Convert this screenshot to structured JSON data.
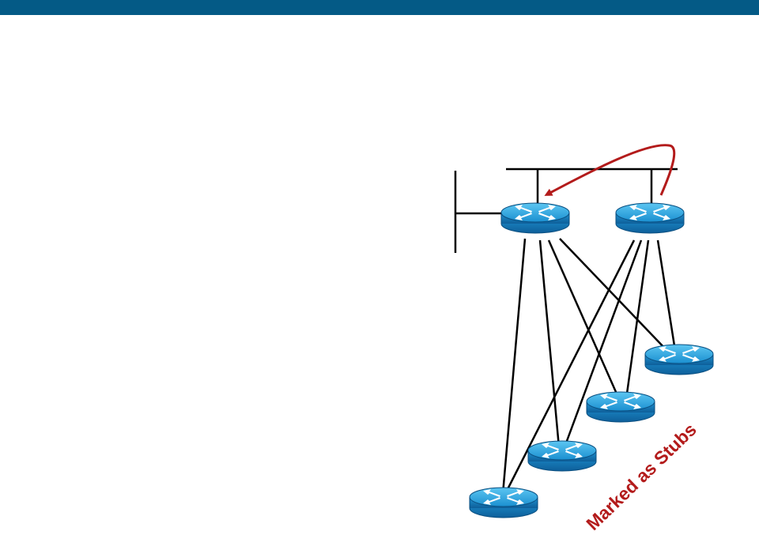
{
  "header": {
    "bar_color": "#045a86"
  },
  "diagram": {
    "annotation": {
      "label": "Marked as Stubs",
      "color": "#b31b1b"
    },
    "arrow_color": "#b31b1b",
    "router_color": "#1c9ad6",
    "router_icon": "router-icon",
    "hub_routers": [
      "hub-router-left",
      "hub-router-right"
    ],
    "spoke_routers": [
      "spoke-router-1",
      "spoke-router-2",
      "spoke-router-3",
      "spoke-router-4"
    ]
  }
}
